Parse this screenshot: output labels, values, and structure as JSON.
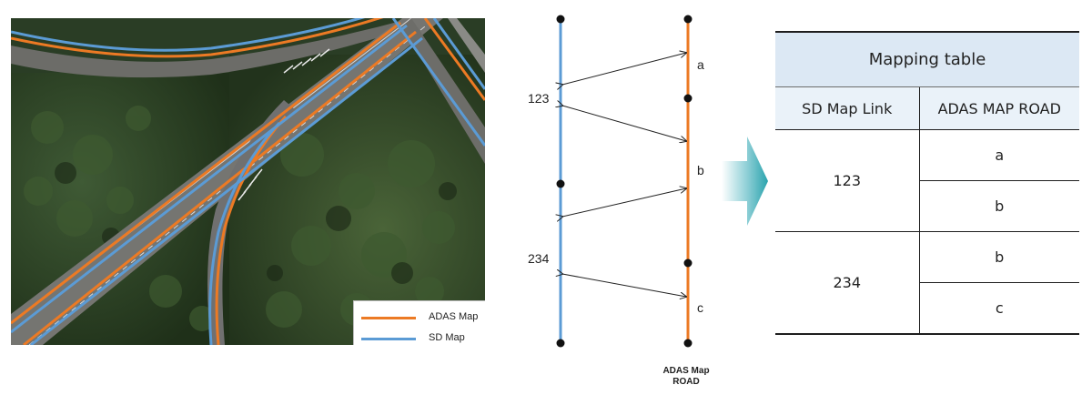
{
  "legend": {
    "items": [
      {
        "label": "ADAS Map",
        "color": "#ec7a24"
      },
      {
        "label": "SD Map",
        "color": "#5b9bd5"
      }
    ]
  },
  "diagram": {
    "sd_line_color": "#5b9bd5",
    "adas_line_color": "#ec7a24",
    "sd_links": [
      {
        "label": "123"
      },
      {
        "label": "234"
      }
    ],
    "adas_roads": [
      {
        "label": "a"
      },
      {
        "label": "b"
      },
      {
        "label": "c"
      }
    ],
    "adas_caption_line1": "ADAS Map",
    "adas_caption_line2": "ROAD"
  },
  "mapping_table": {
    "title": "Mapping table",
    "col_sd": "SD Map Link",
    "col_adas": "ADAS MAP ROAD",
    "rows": [
      {
        "sd": "123",
        "adas": [
          "a",
          "b"
        ]
      },
      {
        "sd": "234",
        "adas": [
          "b",
          "c"
        ]
      }
    ],
    "header_color": "#dce8f4",
    "subheader_color": "#eaf2f9"
  },
  "arrow": {
    "color": "#2aa3ad"
  }
}
